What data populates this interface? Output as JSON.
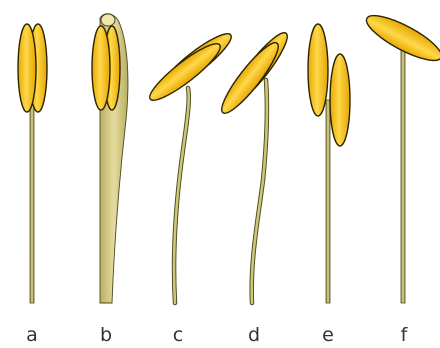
{
  "figure": {
    "panels": [
      {
        "label": "a"
      },
      {
        "label": "b"
      },
      {
        "label": "c"
      },
      {
        "label": "d"
      },
      {
        "label": "e"
      },
      {
        "label": "f"
      }
    ],
    "colors": {
      "anther_fill": "#F5C518",
      "anther_highlight": "#FFE56A",
      "anther_outline": "#2B2300",
      "filament_fill": "#C8BF6E",
      "filament_outline": "#4A4A20",
      "connective_fill": "#EFE6B0",
      "label_color": "#333333"
    }
  }
}
